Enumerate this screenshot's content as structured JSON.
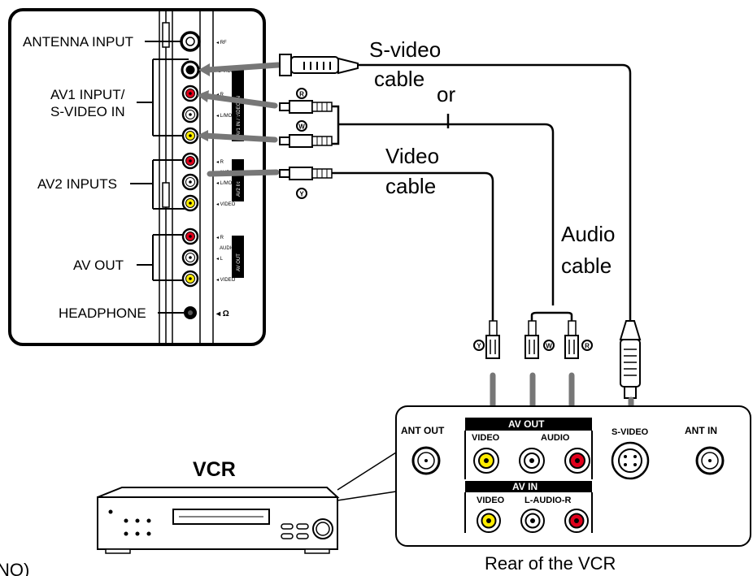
{
  "tv_panel": {
    "labels": {
      "antenna_input": "ANTENNA INPUT",
      "av1_line1": "AV1 INPUT/",
      "av1_line2": "S-VIDEO IN",
      "av2_inputs": "AV2 INPUTS",
      "av_out": "AV OUT",
      "headphone": "HEADPHONE"
    },
    "jack_labels": {
      "rf": "◂ RF",
      "s_video": "S-VIDEO",
      "r": "◂ R",
      "l_mono": "◂ L/MONO",
      "video": "◂ VIDEO",
      "audio": "AUDIO",
      "av2_r": "◂ R",
      "av2_l_mono": "◂ L/MONO",
      "av2_video": "◂ VIDEO",
      "out_r": "◂ R",
      "out_audio": "AUDIO",
      "out_l": "◂ L",
      "out_video": "◂ VIDEO",
      "headphone_symbol": "◂ Ω"
    },
    "vertical_tags": {
      "av1": "AV1 IN / VIDEO IN",
      "av2": "AV2 IN",
      "avout": "AV OUT"
    }
  },
  "cables": {
    "s_video_line1": "S-video",
    "s_video_line2": "cable",
    "or": "or",
    "video_line1": "Video",
    "video_line2": "cable",
    "audio_line1": "Audio",
    "audio_line2": "cable",
    "plug_r": "R",
    "plug_w": "W",
    "plug_y": "Y"
  },
  "vcr": {
    "title": "VCR",
    "rear_caption": "Rear of the VCR",
    "ant_out": "ANT OUT",
    "av_out_header": "AV OUT",
    "video": "VIDEO",
    "audio": "AUDIO",
    "s_video": "S-VIDEO",
    "ant_in": "ANT IN",
    "av_in_header": "AV IN",
    "in_video": "VIDEO",
    "in_audio": "L-AUDIO-R"
  },
  "footer_fragment": "NO)",
  "colors": {
    "line": "#000000",
    "cable_gray": "#777777",
    "jack_red": "#e0001b",
    "jack_yellow": "#ffec00",
    "jack_white": "#ffffff"
  }
}
